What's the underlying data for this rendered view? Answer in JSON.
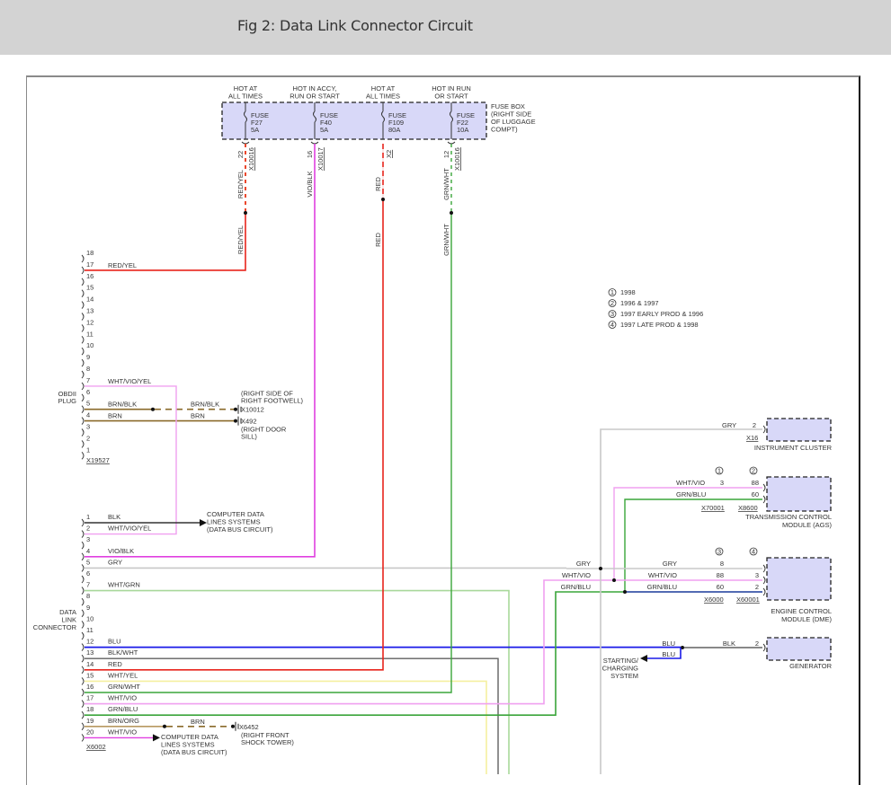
{
  "header": {
    "title": "Fig 2: Data Link Connector Circuit"
  },
  "fuse_box": {
    "label": [
      "FUSE BOX",
      "(RIGHT SIDE",
      "OF LUGGAGE",
      "COMPT)"
    ],
    "fuses": [
      {
        "supply": [
          "HOT AT",
          "ALL TIMES"
        ],
        "name": "FUSE",
        "id": "F27",
        "rating": "5A",
        "pin": "22",
        "connector": "X10016",
        "wire_upper": "RED/YEL",
        "wire_lower": "RED/YEL",
        "color": "#e8241c",
        "stripe": "#f2c21a"
      },
      {
        "supply": [
          "HOT IN ACCY,",
          "RUN OR START"
        ],
        "name": "FUSE",
        "id": "F40",
        "rating": "5A",
        "pin": "16",
        "connector": "X10017",
        "wire_upper": "VIO/BLK",
        "wire_lower": "",
        "color": "#e040e0",
        "stripe": ""
      },
      {
        "supply": [
          "HOT AT",
          "ALL TIMES"
        ],
        "name": "FUSE",
        "id": "F109",
        "rating": "80A",
        "pin": "",
        "connector": "X2",
        "wire_upper": "RED",
        "wire_lower": "RED",
        "color": "#e8241c",
        "stripe": ""
      },
      {
        "supply": [
          "HOT IN RUN",
          "OR START"
        ],
        "name": "FUSE",
        "id": "F22",
        "rating": "10A",
        "pin": "12",
        "connector": "X10016",
        "wire_upper": "GRN/WHT",
        "wire_lower": "GRN/WHT",
        "color": "#3aa53a",
        "stripe": "#ffffff"
      }
    ]
  },
  "legend": [
    {
      "num": "1",
      "text": "1998"
    },
    {
      "num": "2",
      "text": "1996 & 1997"
    },
    {
      "num": "3",
      "text": "1997 EARLY PROD & 1996"
    },
    {
      "num": "4",
      "text": "1997 LATE PROD & 1998"
    }
  ],
  "obdii": {
    "label": [
      "OBDII",
      "PLUG"
    ],
    "connector": "X19527",
    "pins": [
      "18",
      "17",
      "16",
      "15",
      "14",
      "13",
      "12",
      "11",
      "10",
      "9",
      "8",
      "7",
      "6",
      "5",
      "4",
      "3",
      "2",
      "1"
    ],
    "wires": [
      {
        "pin": "17",
        "label": "RED/YEL"
      },
      {
        "pin": "7",
        "label": "WHT/VIO/YEL"
      },
      {
        "pin": "5",
        "label": "BRN/BLK",
        "label2": "BRN/BLK"
      },
      {
        "pin": "4",
        "label": "BRN",
        "label2": "BRN"
      }
    ],
    "ground_1": {
      "connector": "X10012",
      "location": [
        "(RIGHT SIDE OF",
        "RIGHT FOOTWELL)"
      ]
    },
    "ground_2": {
      "connector": "X492",
      "location": [
        "(RIGHT DOOR",
        "SILL)"
      ]
    }
  },
  "dlc": {
    "label": [
      "DATA",
      "LINK",
      "CONNECTOR"
    ],
    "connector": "X6002",
    "pins": [
      {
        "pin": "1",
        "wire": "BLK"
      },
      {
        "pin": "2",
        "wire": "WHT/VIO/YEL"
      },
      {
        "pin": "3",
        "wire": ""
      },
      {
        "pin": "4",
        "wire": "VIO/BLK"
      },
      {
        "pin": "5",
        "wire": "GRY"
      },
      {
        "pin": "6",
        "wire": ""
      },
      {
        "pin": "7",
        "wire": "WHT/GRN"
      },
      {
        "pin": "8",
        "wire": ""
      },
      {
        "pin": "9",
        "wire": ""
      },
      {
        "pin": "10",
        "wire": ""
      },
      {
        "pin": "11",
        "wire": ""
      },
      {
        "pin": "12",
        "wire": "BLU"
      },
      {
        "pin": "13",
        "wire": "BLK/WHT"
      },
      {
        "pin": "14",
        "wire": "RED"
      },
      {
        "pin": "15",
        "wire": "WHT/YEL"
      },
      {
        "pin": "16",
        "wire": "GRN/WHT"
      },
      {
        "pin": "17",
        "wire": "WHT/VIO"
      },
      {
        "pin": "18",
        "wire": "GRN/BLU"
      },
      {
        "pin": "19",
        "wire": "BRN/ORG"
      },
      {
        "pin": "20",
        "wire": "WHT/VIO"
      }
    ],
    "data_bus_label": [
      "COMPUTER DATA",
      "LINES SYSTEMS",
      "(DATA BUS CIRCUIT)"
    ],
    "ground": {
      "wire": "BRN",
      "connector": "X6452",
      "location": [
        "(RIGHT FRONT",
        "SHOCK TOWER)"
      ]
    }
  },
  "modules": {
    "instrument_cluster": {
      "name": "INSTRUMENT CLUSTER",
      "wire": "GRY",
      "pin": "2",
      "connector": "X16"
    },
    "tcm": {
      "name": [
        "TRANSMISSION CONTROL",
        "MODULE (AGS)"
      ],
      "col_a": "1",
      "col_b": "2",
      "rows": [
        {
          "wire": "WHT/VIO",
          "a": "3",
          "b": "88"
        },
        {
          "wire": "GRN/BLU",
          "a": "",
          "b": "60"
        }
      ],
      "connector_a": "X70001",
      "connector_b": "X8600"
    },
    "ecm": {
      "name": [
        "ENGINE CONTROL",
        "MODULE (DME)"
      ],
      "col_a": "3",
      "col_b": "4",
      "rows": [
        {
          "wire": "GRY",
          "a": "8",
          "b": ""
        },
        {
          "wire": "WHT/VIO",
          "a": "88",
          "b": "3"
        },
        {
          "wire": "GRN/BLU",
          "a": "60",
          "b": "2"
        }
      ],
      "splice_labels": [
        "GRY",
        "WHT/VIO",
        "GRN/BLU"
      ],
      "connector_a": "X6000",
      "connector_b": "X60001"
    },
    "generator": {
      "name": "GENERATOR",
      "wire": "BLK",
      "pin": "2",
      "blu_in": "BLU",
      "blu_out": "BLU",
      "system": [
        "STARTING/",
        "CHARGING",
        "SYSTEM"
      ]
    }
  },
  "colors": {
    "red": "#e8241c",
    "violet": "#e040e0",
    "pink": "#f0a0f0",
    "gray": "#c8c8c8",
    "green": "#3aa53a",
    "light_green": "#a8d89a",
    "blue": "#1a1ae8",
    "dark_gray": "#606060",
    "yellow_light": "#f5f0a0",
    "brown": "#8a6a2a",
    "brown_light": "#b89860",
    "module_fill": "#d8d8f8",
    "black": "#111111"
  }
}
